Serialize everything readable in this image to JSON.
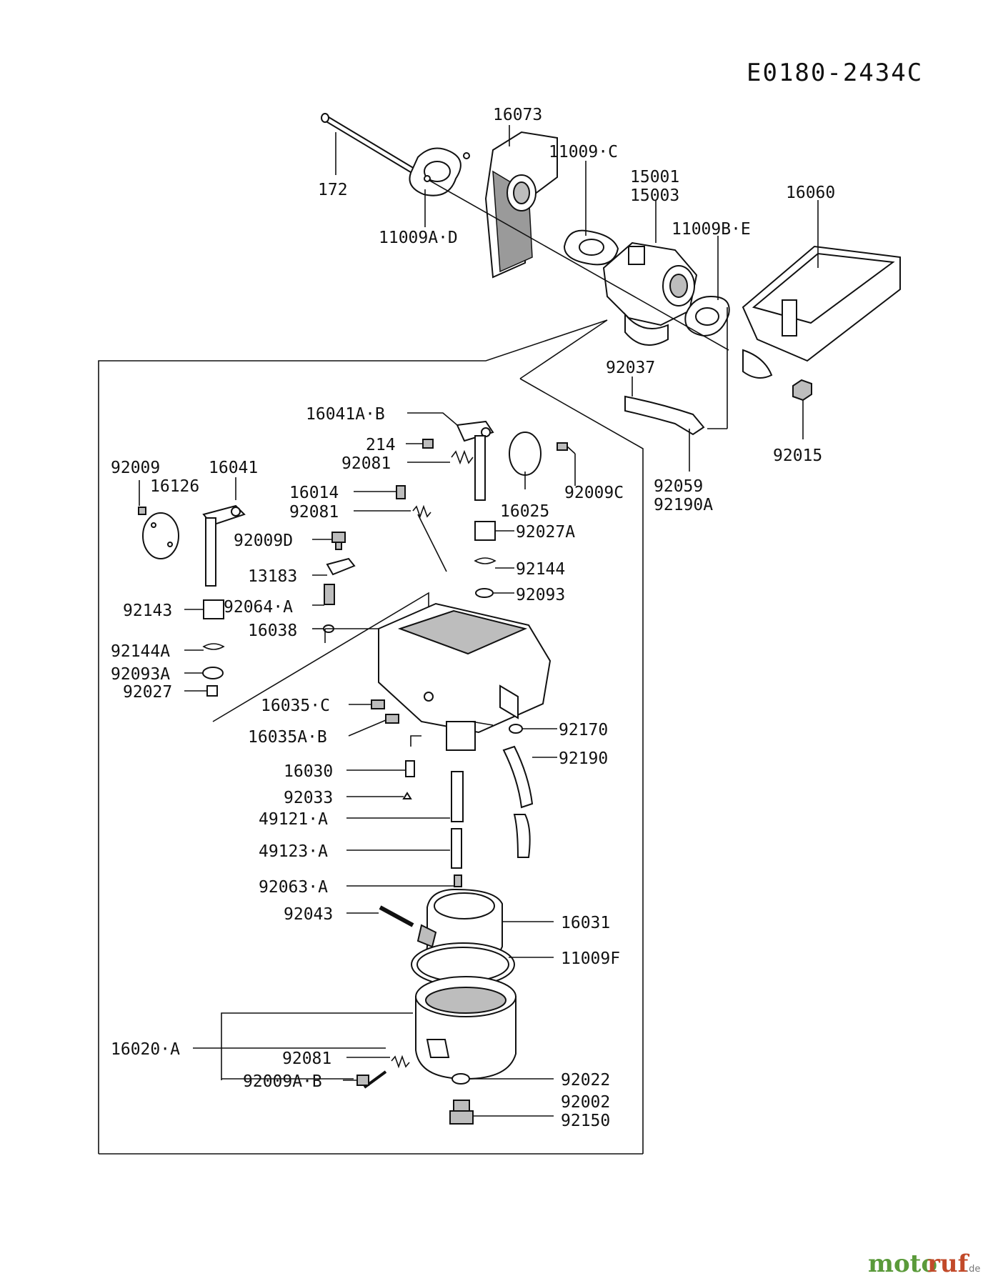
{
  "diagram": {
    "code": "E0180-2434C",
    "watermark": {
      "name_a": "moto",
      "name_b": "ruf",
      "suffix": ".de"
    },
    "labels": {
      "p16073": "16073",
      "p172": "172",
      "p11009AD": "11009A·D",
      "p11009C": "11009·C",
      "p15001": "15001",
      "p15003": "15003",
      "p11009BE": "11009B·E",
      "p16060": "16060",
      "p92037": "92037",
      "p92015": "92015",
      "p92059": "92059",
      "p92190A": "92190A",
      "p16041AB": "16041A·B",
      "p214": "214",
      "p92081a": "92081",
      "p92009": "92009",
      "p16041": "16041",
      "p16126": "16126",
      "p16014": "16014",
      "p92081b": "92081",
      "p16025": "16025",
      "p92009C": "92009C",
      "p92009D": "92009D",
      "p92027A": "92027A",
      "p13183": "13183",
      "p92144": "92144",
      "p92093": "92093",
      "p92143": "92143",
      "p92064A": "92064·A",
      "p16038": "16038",
      "p92144A": "92144A",
      "p92093A": "92093A",
      "p92027": "92027",
      "p16035C": "16035·C",
      "p16035AB": "16035A·B",
      "p92170": "92170",
      "p92190": "92190",
      "p16030": "16030",
      "p92033": "92033",
      "p49121A": "49121·A",
      "p49123A": "49123·A",
      "p92063A": "92063·A",
      "p92043": "92043",
      "p16031": "16031",
      "p11009F": "11009F",
      "p16020A": "16020·A",
      "p92081c": "92081",
      "p92009AB": "92009A·B",
      "p92022": "92022",
      "p92002": "92002",
      "p92150": "92150"
    }
  }
}
